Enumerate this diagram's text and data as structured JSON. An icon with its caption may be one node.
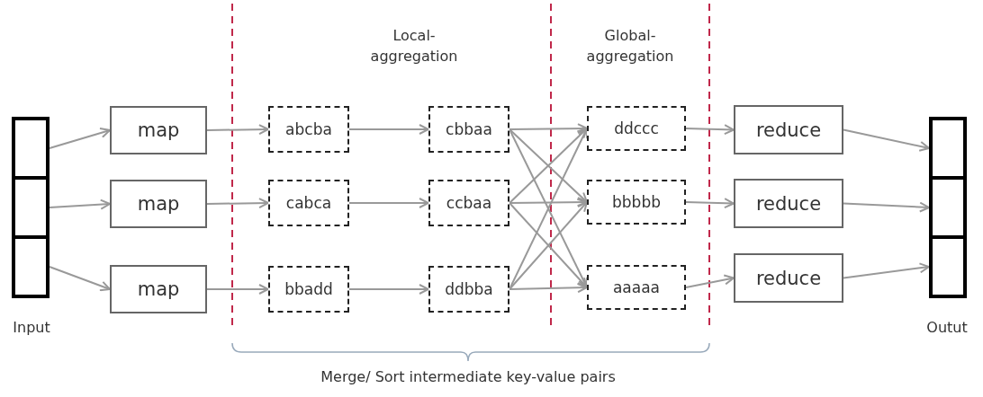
{
  "diagram": {
    "nodes": [
      {
        "text": [],
        "shape": "box"
      },
      {
        "text": [],
        "shape": "box"
      },
      {
        "text": [],
        "shape": "box"
      },
      {
        "text": [
          "map"
        ]
      },
      {
        "text": [
          "map"
        ]
      },
      {
        "text": [
          "map"
        ]
      },
      {
        "text": [
          "abcba"
        ]
      },
      {
        "text": [
          "cabca"
        ]
      },
      {
        "text": [
          "bbadd"
        ]
      },
      {
        "text": [
          "cbbaa"
        ]
      },
      {
        "text": [
          "ccbaa"
        ]
      },
      {
        "text": [
          "ddbba"
        ]
      },
      {
        "text": [
          "ddccc"
        ]
      },
      {
        "text": [
          "bbbbb"
        ]
      },
      {
        "text": [
          "aaaaa"
        ]
      },
      {
        "text": [
          "reduce"
        ]
      },
      {
        "text": [
          "reduce"
        ]
      },
      {
        "text": [
          "reduce"
        ]
      },
      {
        "text": [],
        "shape": "box"
      },
      {
        "text": [],
        "shape": "box"
      },
      {
        "text": [],
        "shape": "box"
      }
    ],
    "edges": [
      {
        "from": 0,
        "to": 3,
        "arrow": "to"
      },
      {
        "from": 1,
        "to": 4,
        "arrow": "to"
      },
      {
        "from": 2,
        "to": 5,
        "arrow": "to"
      },
      {
        "from": 3,
        "to": 6,
        "arrow": "to"
      },
      {
        "from": 4,
        "to": 7,
        "arrow": "to"
      },
      {
        "from": 5,
        "to": 8,
        "arrow": "to"
      },
      {
        "from": 6,
        "to": 9,
        "arrow": "to"
      },
      {
        "from": 7,
        "to": 10,
        "arrow": "to"
      },
      {
        "from": 8,
        "to": 11,
        "arrow": "to"
      },
      {
        "from": 9,
        "to": 12,
        "arrow": "to"
      },
      {
        "from": 9,
        "to": 13,
        "arrow": "to"
      },
      {
        "from": 9,
        "to": 14,
        "arrow": "to"
      },
      {
        "from": 10,
        "to": 12,
        "arrow": "to"
      },
      {
        "from": 10,
        "to": 13,
        "arrow": "to"
      },
      {
        "from": 10,
        "to": 14,
        "arrow": "to"
      },
      {
        "from": 11,
        "to": 12,
        "arrow": "to"
      },
      {
        "from": 11,
        "to": 13,
        "arrow": "to"
      },
      {
        "from": 11,
        "to": 14,
        "arrow": "to"
      },
      {
        "from": 12,
        "to": 15,
        "arrow": "to"
      },
      {
        "from": 13,
        "to": 16,
        "arrow": "to"
      },
      {
        "from": 14,
        "to": 17,
        "arrow": "to"
      },
      {
        "from": 15,
        "to": 18,
        "arrow": "to"
      },
      {
        "from": 16,
        "to": 19,
        "arrow": "to"
      },
      {
        "from": 17,
        "to": 20,
        "arrow": "to"
      }
    ],
    "labels": [
      "Local- aggregation",
      "Global- aggregation",
      "Input",
      "Outut",
      "Merge/ Sort intermediate key-value pairs"
    ]
  }
}
